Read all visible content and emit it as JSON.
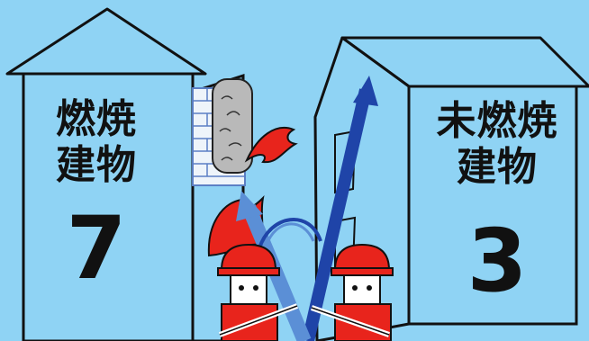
{
  "burning_building": {
    "label_line1": "燃焼",
    "label_line2": "建物",
    "count": "7"
  },
  "unburned_building": {
    "label_line1": "未燃焼",
    "label_line2": "建物",
    "count": "3"
  },
  "colors": {
    "sky": "#8fd3f4",
    "building_fill": "#8fd3f4",
    "outline": "#111111",
    "flame": "#e8241c",
    "firefighter_red": "#e8241c",
    "water_stream_dark": "#1f44a8",
    "water_stream_light": "#5b8fd6",
    "brick_wall": "#eef4fa",
    "smoke": "#b9b9b9"
  },
  "icons": [
    "burning-building",
    "unburned-building",
    "flame-icon",
    "firefighter-icon",
    "water-stream-arrow",
    "smoke-icon"
  ]
}
